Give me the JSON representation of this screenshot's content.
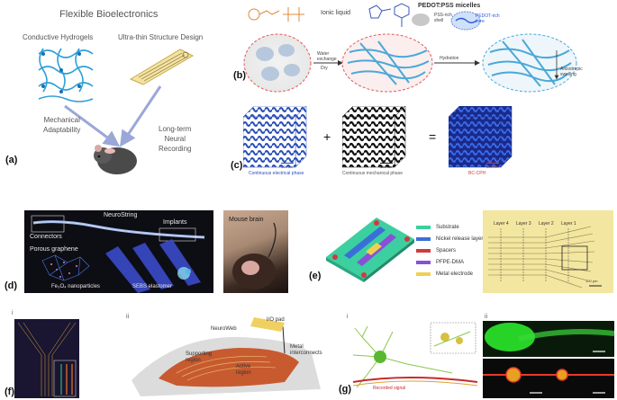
{
  "panel_a": {
    "label": "(a)",
    "title": "Flexible Bioelectronics",
    "left_heading": "Conductive Hydrogels",
    "right_heading": "Ultra-thin Structure Design",
    "left_caption_1": "Mechanical",
    "left_caption_2": "Adaptability",
    "right_caption_1": "Long-term",
    "right_caption_2": "Neural",
    "right_caption_3": "Recording"
  },
  "panel_b": {
    "label": "(b)",
    "legend_ionic": "Ionic liquid",
    "legend_pedot": "PEDOT:PSS micelles",
    "legend_pss_1": "PSS-rich",
    "legend_pss_2": "shell",
    "legend_pedot_core_1": "PEDOT-rich",
    "legend_pedot_core_2": "core",
    "arrow1_top_1": "Water",
    "arrow1_top_2": "exchange",
    "arrow1_bottom": "Dry",
    "arrow2_top": "Hydration",
    "swelling_1": "Anisotropic",
    "swelling_2": "swelling"
  },
  "panel_c": {
    "label": "(c)",
    "plus": "+",
    "equals": "=",
    "cube1_caption": "Continuous electrical phase",
    "cube2_caption": "Continuous mechanical phase",
    "cube3_caption": "BC-CPH",
    "scale1": "100 nm",
    "scale2": "100 nm",
    "scale3": "100 nm"
  },
  "panel_d": {
    "label": "(d)",
    "neurostring": "NeuroString",
    "implants": "Implants",
    "connectors": "Connectors",
    "porous": "Porous graphene",
    "fe3o4": "Fe₃O₄ nanoparticles",
    "sebs": "SEBS elastomer",
    "mouse": "Mouse brain"
  },
  "panel_e": {
    "label": "(e)",
    "legend": [
      {
        "name": "Substrate",
        "color": "#3ccfa0"
      },
      {
        "name": "Nickel release layer",
        "color": "#3a6fd8"
      },
      {
        "name": "Spacers",
        "color": "#d23a3a"
      },
      {
        "name": "PFPE-DMA",
        "color": "#8a4fd8"
      },
      {
        "name": "Metal electrode",
        "color": "#f0d050"
      }
    ],
    "layers": [
      "Layer 4",
      "Layer 3",
      "Layer 2",
      "Layer 1"
    ],
    "scale": "100 μm"
  },
  "panel_f": {
    "label": "(f)",
    "sub_i": "i",
    "sub_ii": "ii",
    "io_pad": "I/O pad",
    "neuroweb": "NeuroWeb",
    "metal_1": "Metal",
    "metal_2": "interconnects",
    "supporting_1": "Supporting",
    "supporting_2": "region",
    "active_1": "Active",
    "active_2": "region"
  },
  "panel_g": {
    "label": "(g)",
    "sub_i": "i",
    "sub_ii": "ii",
    "recorded": "Recorded signal"
  }
}
